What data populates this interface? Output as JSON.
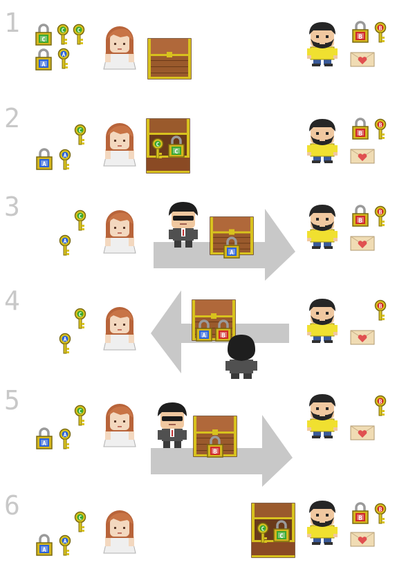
{
  "title": "",
  "colors": {
    "step_number": "#c8c8c8",
    "arrow": "#c8c8c8",
    "lock_body": "#d4b61e",
    "lock_shackle": "#9a9a9a",
    "key_gold": "#d8c21e",
    "label_green": "#3aa830",
    "label_blue": "#2b62d8",
    "label_red": "#d02828",
    "chest_wood": "#9a5a2c",
    "chest_trim": "#d8c21e",
    "woman_hair": "#b8643a",
    "man_shirt": "#f0e030",
    "courier_suit": "#505050",
    "envelope": "#f0dcb4",
    "heart": "#e05050"
  },
  "steps": [
    {
      "number": "1",
      "description_icons": [
        "padlock-c",
        "key-c",
        "key-c",
        "padlock-a",
        "key-a",
        "woman",
        "chest-closed",
        "man",
        "padlock-b",
        "key-b",
        "letter"
      ]
    },
    {
      "number": "2",
      "description_icons": [
        "key-c",
        "padlock-a",
        "key-a",
        "woman",
        "chest-open-with-key-c-and-padlock-c",
        "man",
        "padlock-b",
        "key-b",
        "letter"
      ]
    },
    {
      "number": "3",
      "description_icons": [
        "key-c",
        "key-a",
        "woman",
        "courier",
        "chest-locked-a",
        "arrow-right",
        "man",
        "padlock-b",
        "key-b",
        "letter"
      ]
    },
    {
      "number": "4",
      "description_icons": [
        "key-c",
        "key-a",
        "woman",
        "chest-locked-a-b",
        "arrow-left",
        "courier",
        "man",
        "key-b",
        "letter"
      ]
    },
    {
      "number": "5",
      "description_icons": [
        "key-c",
        "padlock-a",
        "key-a",
        "woman",
        "courier",
        "chest-locked-b",
        "arrow-right",
        "man",
        "key-b",
        "letter"
      ]
    },
    {
      "number": "6",
      "description_icons": [
        "key-c",
        "padlock-a",
        "key-a",
        "woman",
        "chest-open-with-key-c-and-padlock-c",
        "man",
        "padlock-b",
        "key-b",
        "letter"
      ]
    }
  ],
  "lock_labels": {
    "a": "A",
    "b": "B",
    "c": "C"
  }
}
